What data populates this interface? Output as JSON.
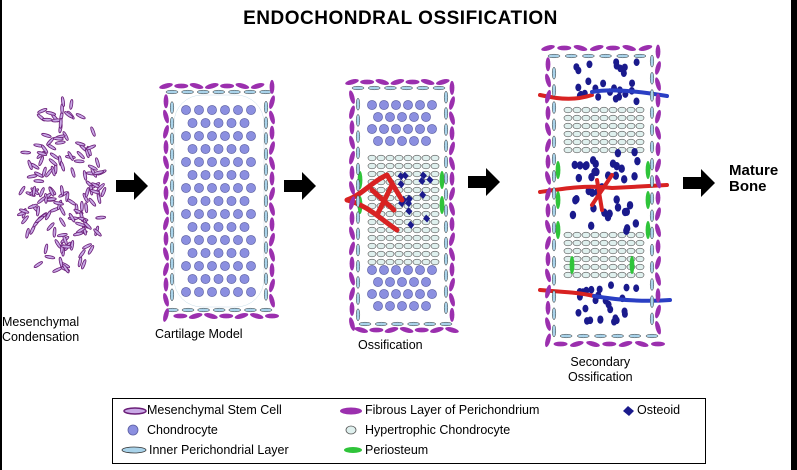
{
  "title": "ENDOCHONDRAL OSSIFICATION",
  "stages": [
    {
      "label_line1": "Mesenchymal",
      "label_line2": "Condensation"
    },
    {
      "label_line1": "Cartilage Model",
      "label_line2": ""
    },
    {
      "label_line1": "Ossification",
      "label_line2": ""
    },
    {
      "label_line1": "Secondary",
      "label_line2": "Ossification"
    }
  ],
  "final_stage": {
    "line1": "Mature",
    "line2": "Bone"
  },
  "legend": [
    {
      "label": "Mesenchymal Stem Cell",
      "icon": "mesenchymal-cell-icon"
    },
    {
      "label": "Fibrous Layer of Perichondrium",
      "icon": "fibrous-layer-icon"
    },
    {
      "label": "Osteoid",
      "icon": "osteoid-icon"
    },
    {
      "label": "Chondrocyte",
      "icon": "chondrocyte-icon"
    },
    {
      "label": "Hypertrophic Chondrocyte",
      "icon": "hypertrophic-chondrocyte-icon"
    },
    {
      "label": "Inner Perichondrial Layer",
      "icon": "inner-perichondrial-icon"
    },
    {
      "label": "Periosteum",
      "icon": "periosteum-icon"
    }
  ],
  "colors": {
    "mesenchymal": "#c9a9e6",
    "fibrous": "#9b2fae",
    "chondrocyte": "#8b8fe0",
    "hypertrophic": "#dff0ee",
    "inner_layer": "#a9d3ea",
    "osteoid": "#1a1a8c",
    "periosteum": "#2fc43a",
    "vessel_red": "#d82222",
    "vessel_blue": "#2a3fc4"
  }
}
